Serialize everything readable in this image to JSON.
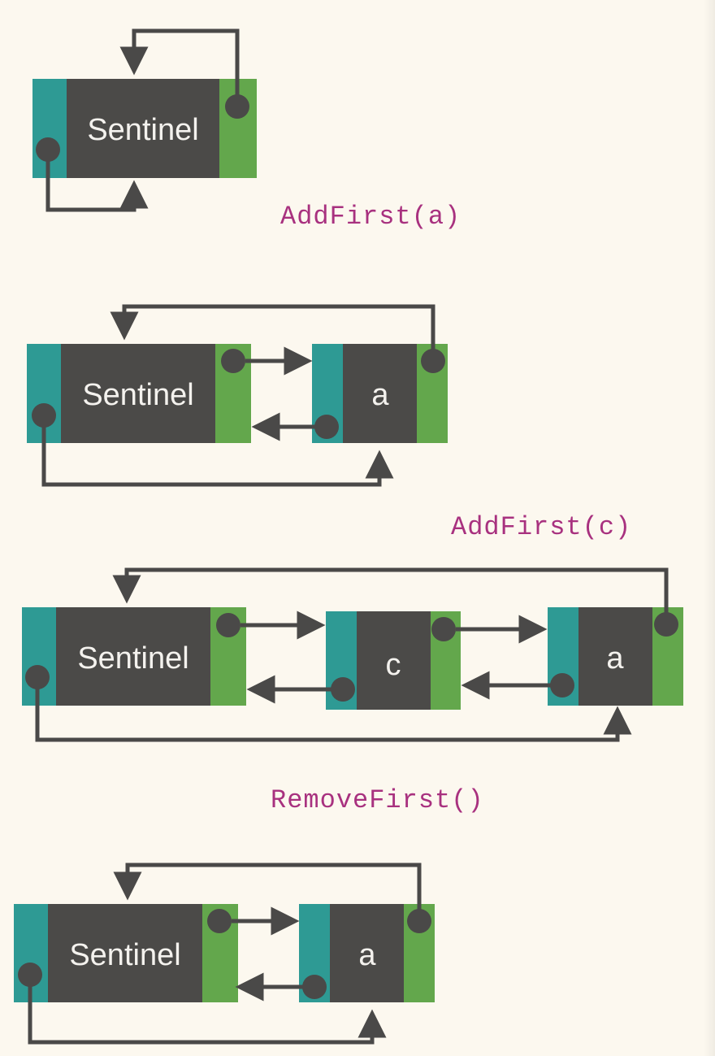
{
  "colors": {
    "background": "#fcf8ef",
    "node_body": "#4b4a48",
    "prev_cell": "#2e9a94",
    "next_cell": "#63a74c",
    "pointer": "#4a4948",
    "node_text": "#f4f2ee",
    "op_text": "#a8317f"
  },
  "operations": {
    "op1": "AddFirst(a)",
    "op2": "AddFirst(c)",
    "op3": "RemoveFirst()"
  },
  "states": [
    {
      "nodes": [
        "Sentinel"
      ]
    },
    {
      "nodes": [
        "Sentinel",
        "a"
      ]
    },
    {
      "nodes": [
        "Sentinel",
        "c",
        "a"
      ]
    },
    {
      "nodes": [
        "Sentinel",
        "a"
      ]
    }
  ]
}
